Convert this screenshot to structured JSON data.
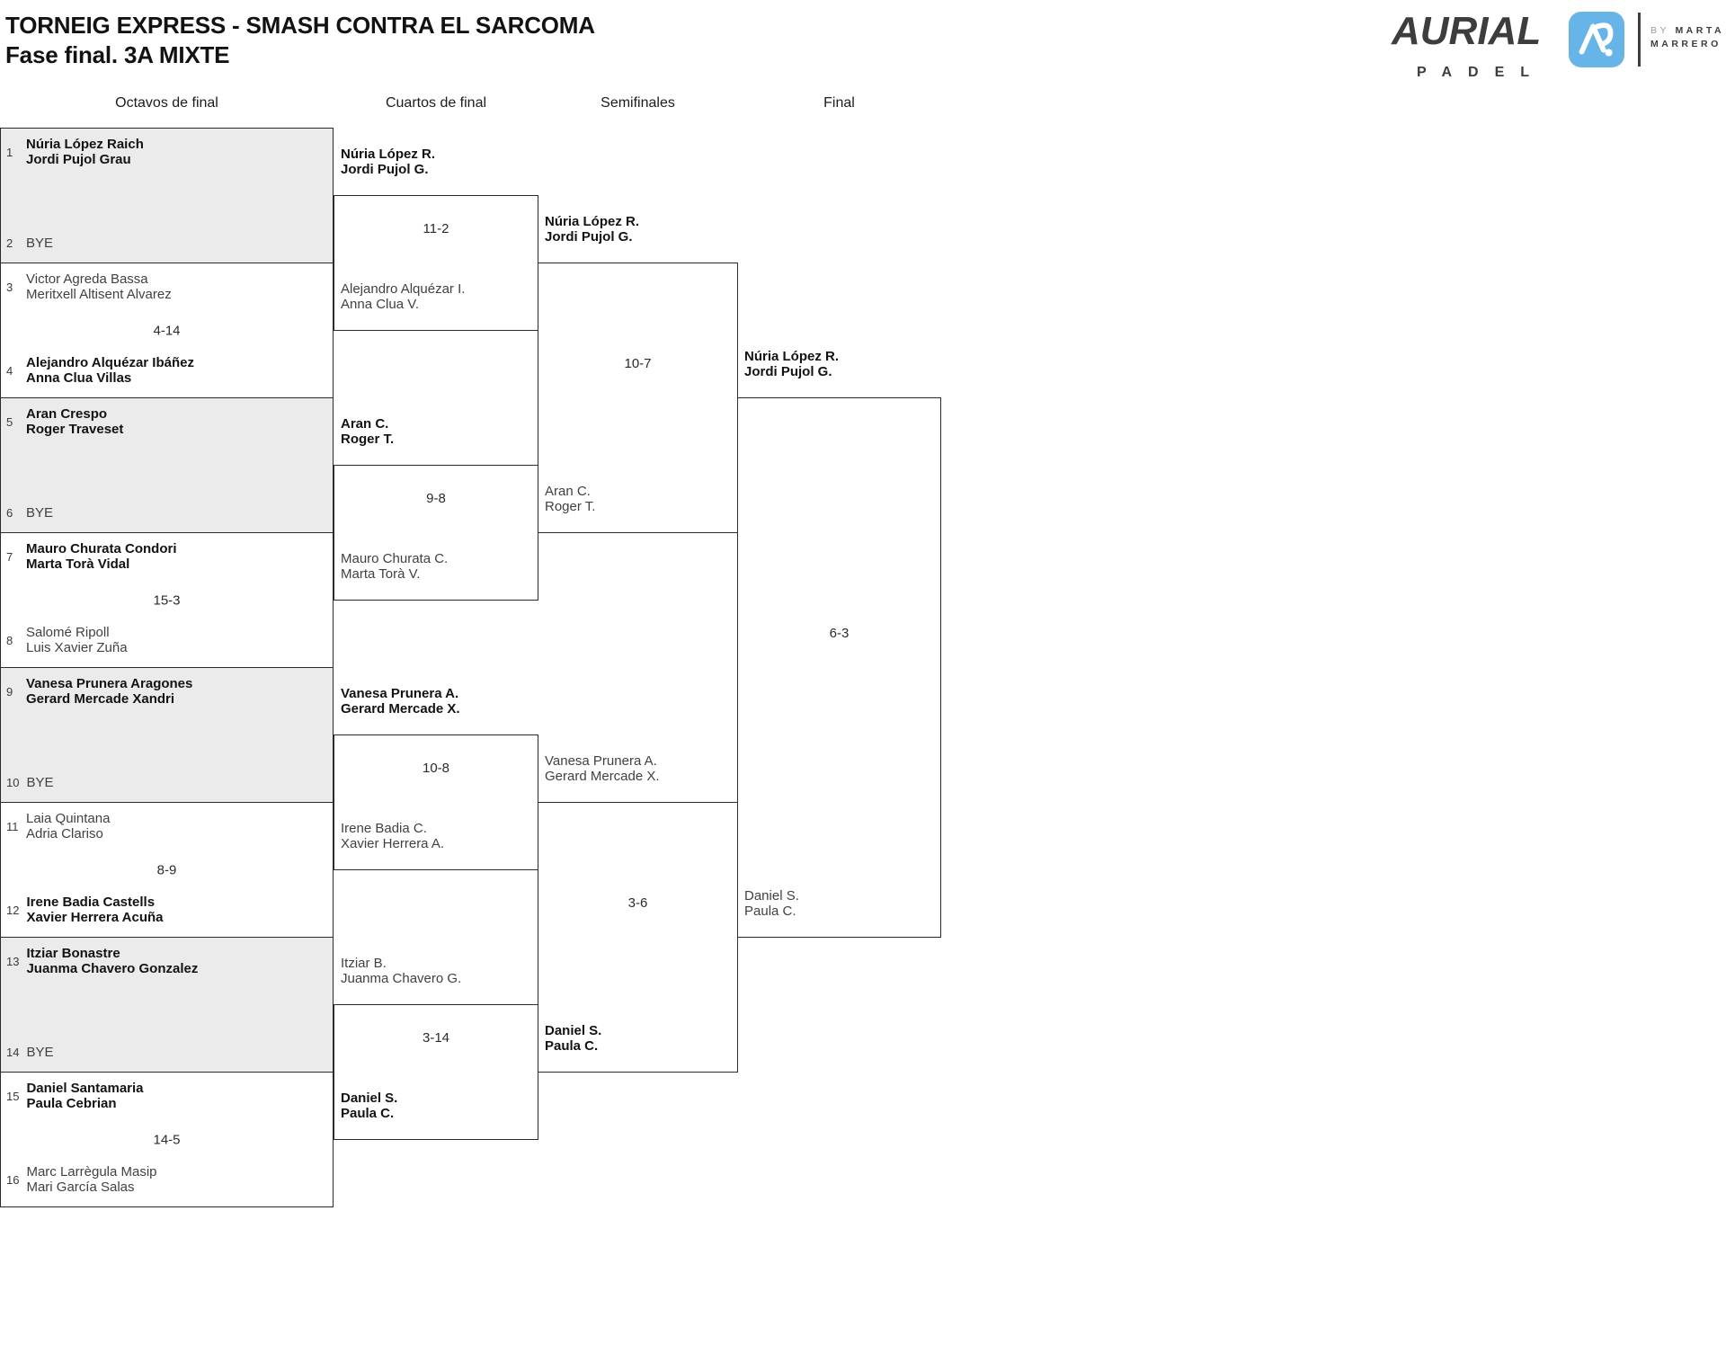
{
  "title": {
    "line1": "TORNEIG EXPRESS - SMASH CONTRA EL SARCOMA",
    "line2": "Fase final. 3A MIXTE"
  },
  "logo": {
    "brand": "AURIAL",
    "sub": "PADEL",
    "by": "BY",
    "name1": "MARTA",
    "name2": "MARRERO",
    "accent_color": "#66b4e8",
    "text_color": "#3d3d3d"
  },
  "bracket": {
    "headers": [
      "Octavos de final",
      "Cuartos de final",
      "Semifinales",
      "Final"
    ],
    "r16": [
      {
        "seed_top": "1",
        "top": [
          "Núria López Raich",
          "Jordi Pujol Grau"
        ],
        "top_winner": true,
        "score": "",
        "seed_bottom": "2",
        "bottom": [
          "BYE"
        ],
        "bottom_winner": false
      },
      {
        "seed_top": "3",
        "top": [
          "Victor Agreda Bassa",
          "Meritxell Altisent Alvarez"
        ],
        "top_winner": false,
        "score": "4-14",
        "seed_bottom": "4",
        "bottom": [
          "Alejandro Alquézar Ibáñez",
          "Anna Clua Villas"
        ],
        "bottom_winner": true
      },
      {
        "seed_top": "5",
        "top": [
          "Aran Crespo",
          "Roger Traveset"
        ],
        "top_winner": true,
        "score": "",
        "seed_bottom": "6",
        "bottom": [
          "BYE"
        ],
        "bottom_winner": false
      },
      {
        "seed_top": "7",
        "top": [
          "Mauro Churata Condori",
          "Marta Torà Vidal"
        ],
        "top_winner": true,
        "score": "15-3",
        "seed_bottom": "8",
        "bottom": [
          "Salomé Ripoll",
          "Luis Xavier Zuña"
        ],
        "bottom_winner": false
      },
      {
        "seed_top": "9",
        "top": [
          "Vanesa Prunera Aragones",
          "Gerard Mercade Xandri"
        ],
        "top_winner": true,
        "score": "",
        "seed_bottom": "10",
        "bottom": [
          "BYE"
        ],
        "bottom_winner": false
      },
      {
        "seed_top": "11",
        "top": [
          "Laia Quintana",
          "Adria Clariso"
        ],
        "top_winner": false,
        "score": "8-9",
        "seed_bottom": "12",
        "bottom": [
          "Irene Badia Castells",
          "Xavier Herrera Acuña"
        ],
        "bottom_winner": true
      },
      {
        "seed_top": "13",
        "top": [
          "Itziar Bonastre",
          "Juanma Chavero Gonzalez"
        ],
        "top_winner": true,
        "score": "",
        "seed_bottom": "14",
        "bottom": [
          "BYE"
        ],
        "bottom_winner": false
      },
      {
        "seed_top": "15",
        "top": [
          "Daniel Santamaria",
          "Paula Cebrian"
        ],
        "top_winner": true,
        "score": "14-5",
        "seed_bottom": "16",
        "bottom": [
          "Marc Larrègula Masip",
          "Mari García Salas"
        ],
        "bottom_winner": false
      }
    ],
    "qf": [
      {
        "e1": [
          "Núria López R.",
          "Jordi Pujol G."
        ],
        "e1_winner": true,
        "e2": [
          "Alejandro Alquézar I.",
          "Anna Clua V."
        ],
        "e2_winner": false,
        "score": "11-2"
      },
      {
        "e1": [
          "Aran C.",
          "Roger T."
        ],
        "e1_winner": true,
        "e2": [
          "Mauro Churata C.",
          "Marta Torà V."
        ],
        "e2_winner": false,
        "score": "9-8"
      },
      {
        "e1": [
          "Vanesa Prunera A.",
          "Gerard Mercade X."
        ],
        "e1_winner": true,
        "e2": [
          "Irene Badia C.",
          "Xavier Herrera A."
        ],
        "e2_winner": false,
        "score": "10-8"
      },
      {
        "e1": [
          "Itziar B.",
          "Juanma Chavero G."
        ],
        "e1_winner": false,
        "e2": [
          "Daniel S.",
          "Paula C."
        ],
        "e2_winner": true,
        "score": "3-14"
      }
    ],
    "sf": [
      {
        "e1": [
          "Núria López R.",
          "Jordi Pujol G."
        ],
        "e1_winner": true,
        "e2": [
          "Aran C.",
          "Roger T."
        ],
        "e2_winner": false,
        "score": "10-7"
      },
      {
        "e1": [
          "Vanesa Prunera A.",
          "Gerard Mercade X."
        ],
        "e1_winner": false,
        "e2": [
          "Daniel S.",
          "Paula C."
        ],
        "e2_winner": true,
        "score": "3-6"
      }
    ],
    "final": {
      "e1": [
        "Núria López R.",
        "Jordi Pujol G."
      ],
      "e1_winner": true,
      "e2": [
        "Daniel S.",
        "Paula C."
      ],
      "e2_winner": false,
      "score": "6-3"
    }
  }
}
